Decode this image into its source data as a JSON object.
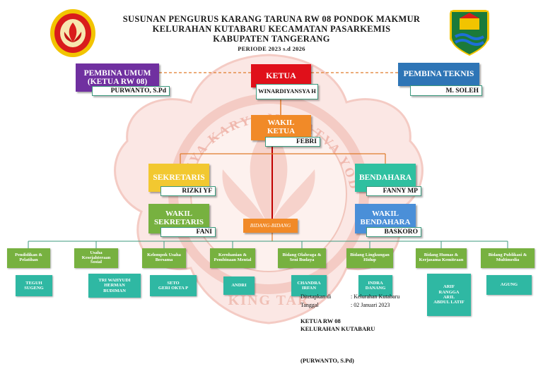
{
  "title": {
    "line1": "SUSUNAN PENGURUS KARANG TARUNA RW 08 PONDOK MAKMUR",
    "line2": "KELURAHAN KUTABARU KECAMATAN PASARKEMIS",
    "line3": "KABUPATEN TANGERANG",
    "period": "PERIODE 2023 s.d 2026"
  },
  "watermark": {
    "arc_text": "ADHITYA KARYA MAHATVA YODHA",
    "bottom_text": "KING TAR"
  },
  "colors": {
    "pembina_umum": "#7030a0",
    "pembina_teknis": "#2e75b6",
    "ketua": "#e0101a",
    "wakil_ketua": "#f18a28",
    "sekretaris": "#f2c830",
    "wakil_sekretaris": "#77b140",
    "bendahara": "#2fc0a0",
    "wakil_bendahara": "#4a8fd8",
    "bidang_label": "#f18a28",
    "bidang": "#77b140",
    "member": "#2fb8a3",
    "connector": "#e07b2a"
  },
  "pembina_umum": {
    "title": "PEMBINA UMUM (KETUA RW 08)",
    "name": "PURWANTO, S.Pd"
  },
  "pembina_teknis": {
    "title": "PEMBINA TEKNIS",
    "name": "M. SOLEH"
  },
  "ketua": {
    "title": "KETUA",
    "name": "WINARDIYANSYA H"
  },
  "wakil_ketua": {
    "title": "WAKIL KETUA",
    "name": "FEBRI"
  },
  "sekretaris": {
    "title": "SEKRETARIS",
    "name": "RIZKI YF"
  },
  "wakil_sekretaris": {
    "title": "WAKIL SEKRETARIS",
    "name": "FANI"
  },
  "bendahara": {
    "title": "BENDAHARA",
    "name": "FANNY MP"
  },
  "wakil_bendahara": {
    "title": "WAKIL BENDAHARA",
    "name": "BASKORO"
  },
  "bidang_label": "BIDANG-BIDANG",
  "bidang": [
    {
      "title": "Pendidikan & Pelatihan",
      "members": [
        "TEGUH",
        "SUGENG"
      ]
    },
    {
      "title": "Usaha Kesejahteraan Sosial",
      "members": [
        "TRI WAHYUDI",
        "HERMAN",
        "BUDIMAN"
      ]
    },
    {
      "title": "Kelompok Usaha Bersama",
      "members": [
        "SETO",
        "GERI OKTA P"
      ]
    },
    {
      "title": "Kerohanian & Pembinaan Mental",
      "members": [
        "ANDRI"
      ]
    },
    {
      "title": "Bidang Olahraga & Seni Budaya",
      "members": [
        "CHANDRA",
        "IRFAN"
      ]
    },
    {
      "title": "Bidang Lingkungan Hidup",
      "members": [
        "INDRA",
        "DANANG"
      ]
    },
    {
      "title": "Bidang Humas & Kerjasama Kemitraan",
      "members": [
        "ARIF",
        "RANGGA",
        "ARIL",
        "ABDUL LATIF"
      ]
    },
    {
      "title": "Bidang Publikasi & Multimedia",
      "members": [
        "AGUNG"
      ]
    }
  ],
  "footer": {
    "place_label": "Ditetapkan di",
    "place_value": ": Kelurahan Kutabaru",
    "date_label": "Tanggal",
    "date_value": ": 02 Januari 2023",
    "sign_line1": "KETUA RW 08",
    "sign_line2": "KELURAHAN KUTABARU",
    "signer": "(PURWANTO, S.Pd)"
  }
}
